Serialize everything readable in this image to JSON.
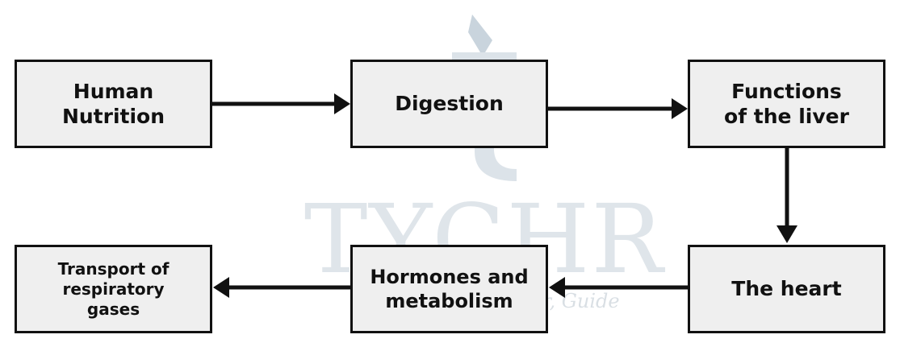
{
  "diagram": {
    "nodes": {
      "human_nutrition": "Human\nNutrition",
      "digestion": "Digestion",
      "functions_of_liver": "Functions\nof the liver",
      "the_heart": "The heart",
      "hormones_metabolism": "Hormones and\nmetabolism",
      "transport_gases": "Transport of\nrespiratory\ngases"
    },
    "edges": [
      {
        "from": "human_nutrition",
        "to": "digestion"
      },
      {
        "from": "digestion",
        "to": "functions_of_liver"
      },
      {
        "from": "functions_of_liver",
        "to": "the_heart"
      },
      {
        "from": "the_heart",
        "to": "hormones_metabolism"
      },
      {
        "from": "hormones_metabolism",
        "to": "transport_gases"
      }
    ]
  },
  "watermark": {
    "brand": "TYCHR",
    "tagline": "Friend, Philosopher, Guide",
    "color": "#dfe5ea"
  },
  "colors": {
    "node_fill": "#efefef",
    "node_border": "#111111",
    "arrow": "#111111"
  }
}
